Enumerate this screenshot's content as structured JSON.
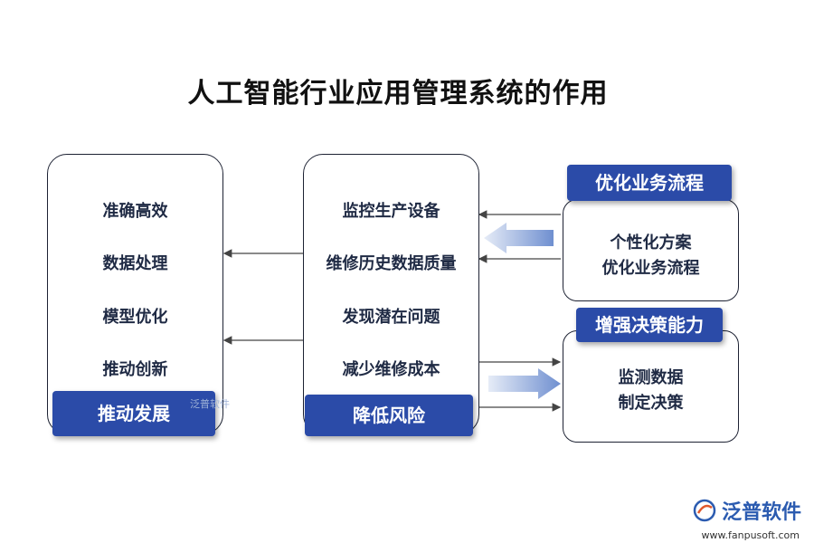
{
  "title": "人工智能行业应用管理系统的作用",
  "left_panel": {
    "items": [
      "准确高效",
      "数据处理",
      "模型优化",
      "推动创新"
    ],
    "tag": "推动发展"
  },
  "middle_panel": {
    "items": [
      "监控生产设备",
      "维修历史数据质量",
      "发现潜在问题",
      "减少维修成本"
    ],
    "tag": "降低风险"
  },
  "right_top": {
    "tag": "优化业务流程",
    "lines": [
      "个性化方案",
      "优化业务流程"
    ]
  },
  "right_bottom": {
    "tag": "增强决策能力",
    "lines": [
      "监测数据",
      "制定决策"
    ]
  },
  "watermark": "泛普软件",
  "brand": {
    "name": "泛普软件",
    "url": "www.fanpusoft.com",
    "logo_icon": "fanpu-logo-icon"
  },
  "colors": {
    "accent": "#2b4ba8",
    "arrow_gradient_start": "#e6ecf7",
    "arrow_gradient_end": "#6f8fd0"
  }
}
